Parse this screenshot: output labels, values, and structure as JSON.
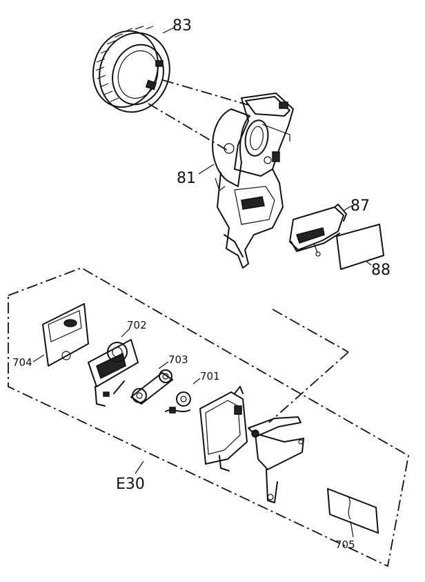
{
  "labels": {
    "part_83": "83",
    "part_81": "81",
    "part_87": "87",
    "part_88": "88",
    "part_702": "702",
    "part_703": "703",
    "part_701": "701",
    "part_704": "704",
    "part_705": "705",
    "assembly_e30": "E30"
  },
  "colors": {
    "ink": "#111111",
    "background": "#ffffff"
  }
}
